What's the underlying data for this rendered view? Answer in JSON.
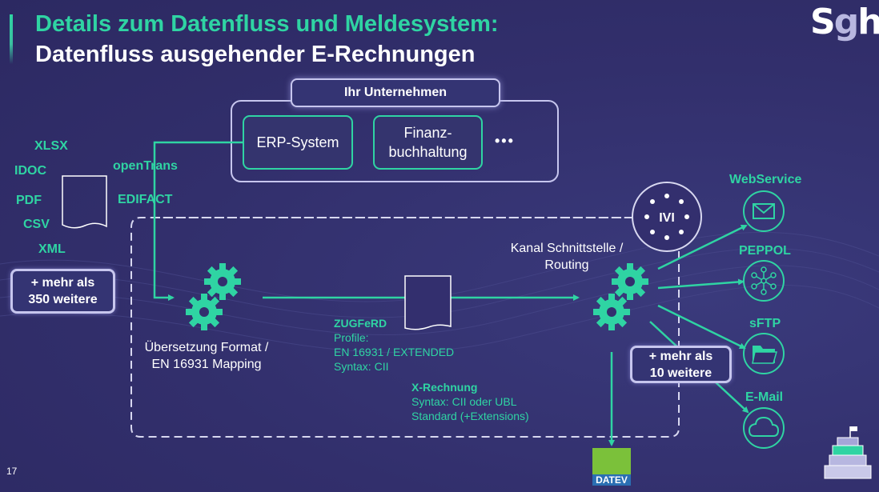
{
  "header": {
    "title_line1": "Details zum Datenfluss und Meldesystem:",
    "title_line2": "Datenfluss ausgehender E-Rechnungen",
    "logo_text_left": "S",
    "logo_text_mid": "g",
    "logo_text_right": "h"
  },
  "input_formats": [
    "XLSX",
    "IDOC",
    "PDF",
    "CSV",
    "XML",
    "openTrans",
    "EDIFACT"
  ],
  "more_inputs": {
    "line1": "+ mehr als",
    "line2": "350 weitere"
  },
  "company": {
    "label": "Ihr Unternehmen",
    "erp": "ERP-System",
    "finanz_line1": "Finanz-",
    "finanz_line2": "buchhaltung",
    "ellipsis": "•••"
  },
  "translation": {
    "line1": "Übersetzung Format /",
    "line2": "EN 16931 Mapping"
  },
  "zugferd": {
    "title": "ZUGFeRD",
    "line1": "Profile:",
    "line2": "EN 16931 / EXTENDED",
    "line3": "Syntax: CII"
  },
  "xrechnung": {
    "title": "X-Rechnung",
    "line1": "Syntax: CII oder UBL",
    "line2": "Standard (+Extensions)"
  },
  "channel": {
    "line1": "Kanal Schnittstelle /",
    "line2": "Routing",
    "badge": "IVI"
  },
  "outputs": {
    "webservice": "WebService",
    "peppol": "PEPPOL",
    "sftp": "sFTP",
    "email": "E-Mail"
  },
  "more_outputs": {
    "line1": "+ mehr als",
    "line2": "10 weitere"
  },
  "datev": "DATEV",
  "page_number": "17",
  "colors": {
    "background": "#332f6e",
    "accent": "#2fd4a3",
    "box_border": "#c7c6ee",
    "text": "#ffffff"
  }
}
